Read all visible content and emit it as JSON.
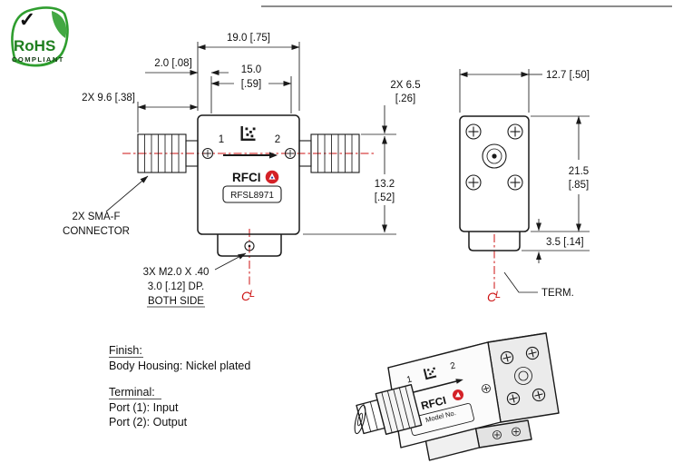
{
  "rohs": {
    "title": "RoHS",
    "subtitle": "COMPLIANT",
    "check_glyph": "✓"
  },
  "front": {
    "port1": "1",
    "port2": "2",
    "brand": "RFCI",
    "model": "RFSL8971",
    "dim_width_outer": "19.0 [.75]",
    "dim_width_inner": [
      "15.0",
      "[.59]"
    ],
    "dim_offset": "2.0 [.08]",
    "dim_connector_len": "2X 9.6 [.38]",
    "dim_conn_height": [
      "2X 6.5",
      "[.26]"
    ],
    "dim_body_height": [
      "13.2",
      "[.52]"
    ],
    "label_sma": [
      "2X SMA-F",
      "CONNECTOR"
    ],
    "label_screws": [
      "3X M2.0 X .40",
      "3.0 [.12] DP.",
      "BOTH SIDE"
    ],
    "centerline_glyph": [
      "C",
      "L"
    ]
  },
  "side": {
    "dim_width": "12.7 [.50]",
    "dim_height": [
      "21.5",
      "[.85]"
    ],
    "dim_tab": "3.5 [.14]",
    "label_term": "TERM.",
    "centerline_glyph": [
      "C",
      "L"
    ]
  },
  "notes": {
    "finish_heading": "Finish:",
    "finish_body": "Body Housing: Nickel plated",
    "terminal_heading": "Terminal:",
    "terminal_port1": "Port (1): Input",
    "terminal_port2": "Port (2): Output"
  },
  "iso": {
    "port1": "1",
    "port2": "2",
    "brand": "RFCI",
    "model_label": "Model No."
  },
  "colors": {
    "line": "#1a1a1a",
    "centerline_red": "#cc1111",
    "logo_red": "#d42127",
    "rohs_green": "#1e7e1e"
  }
}
